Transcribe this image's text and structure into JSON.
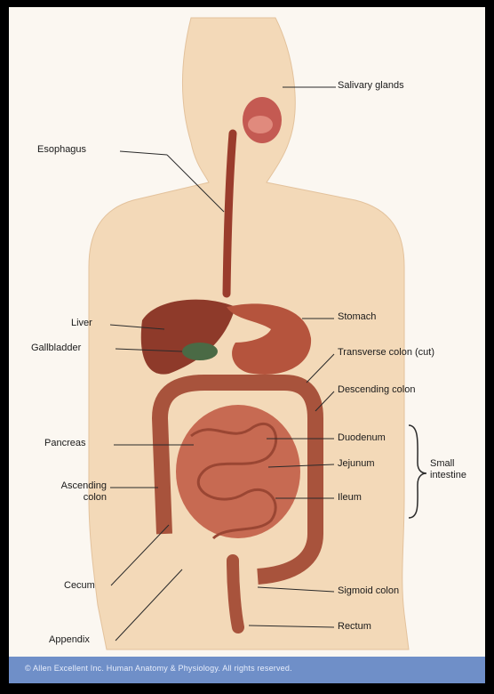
{
  "labels": {
    "salivary": "Salivary glands",
    "esophagus": "Esophagus",
    "liver": "Liver",
    "gallbladder": "Gallbladder",
    "stomach": "Stomach",
    "transverse_colon": "Transverse colon (cut)",
    "descending_colon": "Descending colon",
    "pancreas": "Pancreas",
    "ascending_colon": "Ascending colon",
    "duodenum": "Duodenum",
    "jejunum": "Jejunum",
    "ileum": "Ileum",
    "small_intestine": "Small intestine",
    "cecum": "Cecum",
    "sigmoid_colon": "Sigmoid colon",
    "appendix": "Appendix",
    "rectum": "Rectum"
  },
  "footer": "© Allen Excellent Inc. Human Anatomy & Physiology. All rights reserved.",
  "colors": {
    "background": "#000000",
    "panel": "#fbf7f1",
    "skin": "#f3d9b8",
    "organ": "#b5543d",
    "liver": "#8e3a2a",
    "footer_bar": "#6f8fc8"
  }
}
